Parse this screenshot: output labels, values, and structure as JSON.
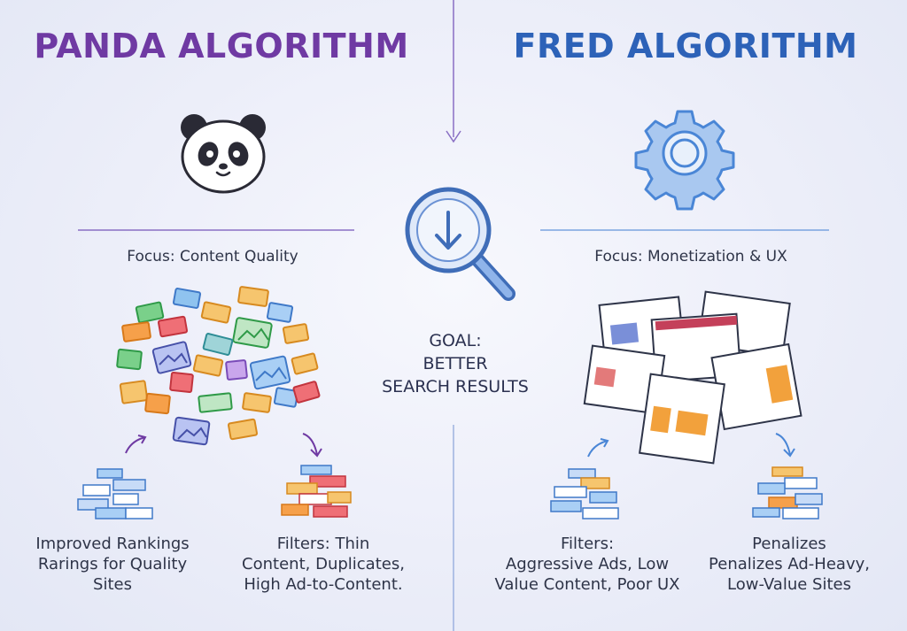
{
  "panda": {
    "title": "PANDA ALGORITHM",
    "focus": "Focus: Content Quality",
    "outcomes": {
      "improved": [
        "Improved Rankings",
        "Rarings for Quality",
        "Sites"
      ],
      "filters": [
        "Filters: Thin",
        "Content, Duplicates,",
        "High Ad-to-Content."
      ]
    }
  },
  "fred": {
    "title": "FRED ALGORITHM",
    "focus": "Focus: Monetization & UX",
    "outcomes": {
      "filters": [
        "Filters:",
        "Aggressive Ads, Low",
        "Value Content, Poor UX"
      ],
      "penalizes": [
        "Penalizes",
        "Penalizes Ad-Heavy,",
        "Low-Value Sites"
      ]
    }
  },
  "goal": [
    "GOAL:",
    "BETTER",
    "SEARCH RESULTS"
  ],
  "colors": {
    "panda_accent": "#6f3aa3",
    "fred_accent": "#2d62b8",
    "icon_blue": "#4a86d6"
  },
  "icons": [
    "panda-face-icon",
    "gear-icon",
    "magnifier-download-icon",
    "trend-up-arrow-icon",
    "trend-down-arrow-icon"
  ]
}
